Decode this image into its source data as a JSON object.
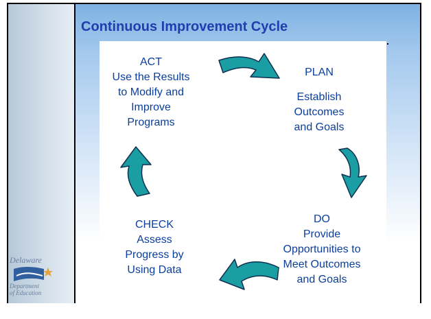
{
  "slide": {
    "title": "Continuous Improvement Cycle"
  },
  "cycle": {
    "act": {
      "heading": "ACT",
      "lines": [
        "Use the Results",
        "to Modify and",
        "Improve",
        "Programs"
      ]
    },
    "plan": {
      "heading": "PLAN",
      "lines": [
        "Establish",
        "Outcomes",
        "and Goals"
      ]
    },
    "do": {
      "heading": "DO",
      "lines": [
        "Provide",
        "Opportunities to",
        "Meet Outcomes",
        "and Goals"
      ]
    },
    "check": {
      "heading": "CHECK",
      "lines": [
        "Assess",
        "Progress by",
        "Using Data"
      ]
    }
  },
  "logo": {
    "word": "Delaware",
    "sub_line1": "Department",
    "sub_line2": "of Education"
  },
  "colors": {
    "title": "#1f3fae",
    "label": "#0b3e9c",
    "arrow_fill": "#1a9ea3",
    "arrow_stroke": "#0f2f4f"
  }
}
